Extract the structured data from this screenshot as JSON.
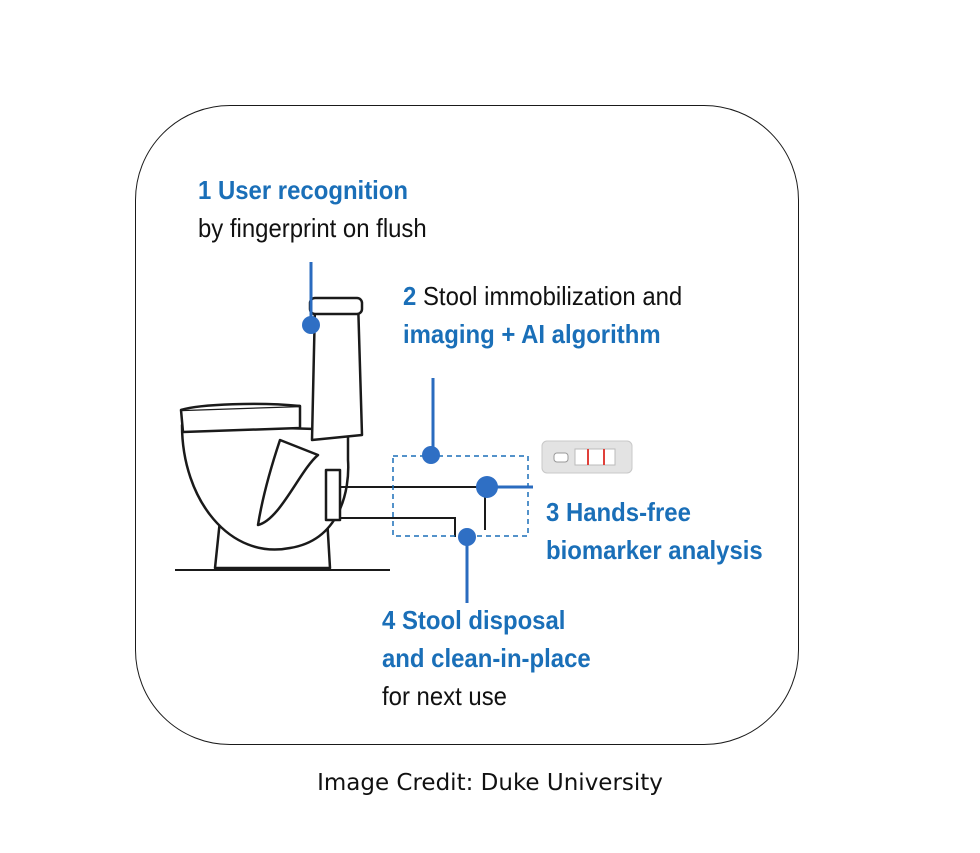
{
  "steps": [
    {
      "number": "1",
      "title": "User recognition",
      "detail": "by fingerprint on flush"
    },
    {
      "number": "2",
      "detail_prefix": "Stool immobilization and",
      "title": "imaging + AI algorithm"
    },
    {
      "number": "3",
      "title_line1": "Hands-free",
      "title_line2": "biomarker analysis"
    },
    {
      "number": "4",
      "title_line1": "Stool disposal",
      "title_line2": "and clean-in-place",
      "detail": "for next use"
    }
  ],
  "caption": "Image Credit: Duke University",
  "colors": {
    "accent": "#1a6fb8",
    "text": "#111111",
    "frame": "#1a1a1a"
  },
  "icons": [
    "toilet-illustration",
    "test-strip-icon"
  ]
}
